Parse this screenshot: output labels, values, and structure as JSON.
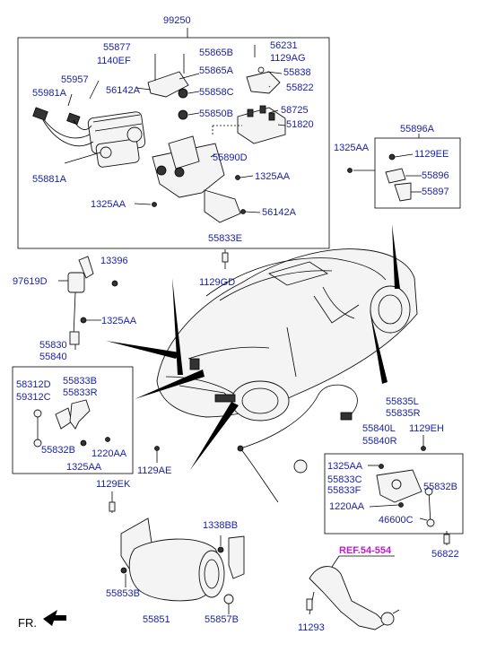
{
  "labels": {
    "l99250": "99250",
    "l55877": "55877",
    "l1140EF": "1140EF",
    "l55865B": "55865B",
    "l56231": "56231",
    "l1129AG": "1129AG",
    "l55865A": "55865A",
    "l55838": "55838",
    "l55957": "55957",
    "l56142A_1": "56142A",
    "l55858C": "55858C",
    "l55822": "55822",
    "l55981A": "55981A",
    "l55850B": "55850B",
    "l58725": "58725",
    "l51820": "51820",
    "l55890D": "55890D",
    "l55881A": "55881A",
    "l1325AA_1": "1325AA",
    "l1325AA_2": "1325AA",
    "l56142A_2": "56142A",
    "l55833E": "55833E",
    "l1129GD": "1129GD",
    "l55896A": "55896A",
    "l1325AA_3": "1325AA",
    "l1129EE": "1129EE",
    "l55896": "55896",
    "l55897": "55897",
    "l97619D": "97619D",
    "l13396": "13396",
    "l1325AA_4": "1325AA",
    "l55830": "55830",
    "l55840": "55840",
    "l58312D": "58312D",
    "l59312C": "59312C",
    "l55833B": "55833B",
    "l55833R": "55833R",
    "l55832B_1": "55832B",
    "l1220AA_1": "1220AA",
    "l1325AA_5": "1325AA",
    "l1129AE": "1129AE",
    "l55835L": "55835L",
    "l55835R": "55835R",
    "l55840L": "55840L",
    "l55840R": "55840R",
    "l1129EH": "1129EH",
    "l1325AA_6": "1325AA",
    "l55833C": "55833C",
    "l55833F": "55833F",
    "l55832B_2": "55832B",
    "l1220AA_2": "1220AA",
    "l46600C": "46600C",
    "l1129EK": "1129EK",
    "l1338BB": "1338BB",
    "l56822": "56822",
    "l55853B": "55853B",
    "l55851": "55851",
    "l55857B": "55857B",
    "l11293": "11293",
    "ref": "REF.54-554",
    "fr": "FR."
  },
  "colors": {
    "label": "#1a22a8",
    "ref": "#c21bc8",
    "line": "#000000"
  }
}
